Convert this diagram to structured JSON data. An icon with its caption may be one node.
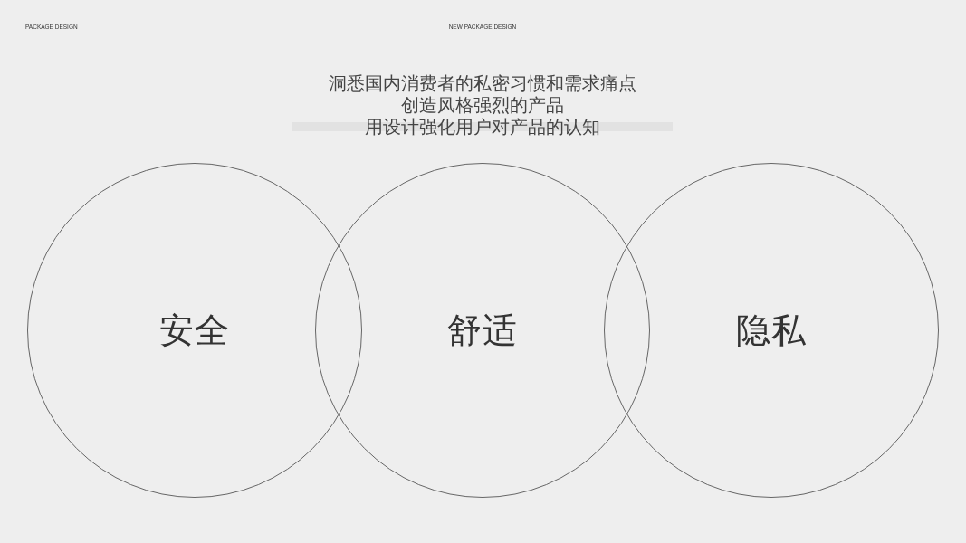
{
  "diagram": {
    "nodes": [
      {
        "text": [
          "安全"
        ]
      },
      {
        "text": [
          "舒适"
        ]
      },
      {
        "text": [
          "隐私"
        ]
      }
    ],
    "edges": [],
    "labels": [
      "PACKAGE DESIGN",
      "NEW PACKAGE DESIGN",
      "洞悉国内消费者的私密习惯和需求痛点",
      "创造风格强烈的产品",
      "用设计强化用户对产品的认知"
    ]
  }
}
